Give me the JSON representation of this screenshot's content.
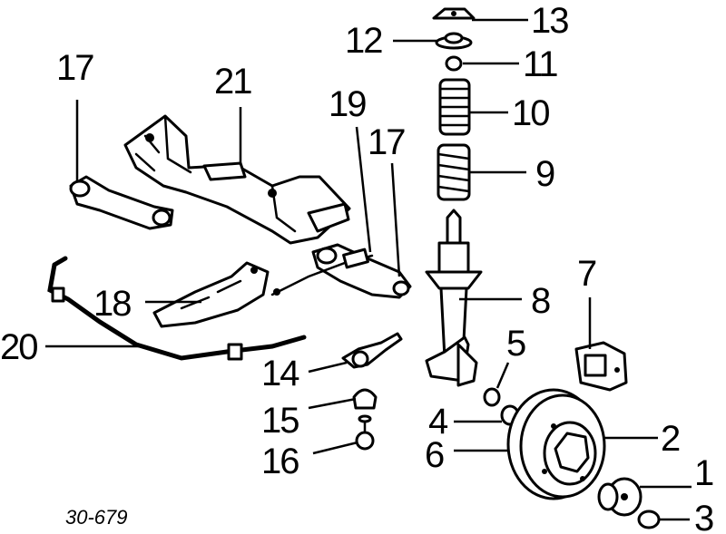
{
  "diagram": {
    "reference_code": "30-679",
    "callouts": [
      {
        "id": "c1",
        "label": "1"
      },
      {
        "id": "c2",
        "label": "2"
      },
      {
        "id": "c3",
        "label": "3"
      },
      {
        "id": "c4",
        "label": "4"
      },
      {
        "id": "c5",
        "label": "5"
      },
      {
        "id": "c6",
        "label": "6"
      },
      {
        "id": "c7",
        "label": "7"
      },
      {
        "id": "c8",
        "label": "8"
      },
      {
        "id": "c9",
        "label": "9"
      },
      {
        "id": "c10",
        "label": "10"
      },
      {
        "id": "c11",
        "label": "11"
      },
      {
        "id": "c12",
        "label": "12"
      },
      {
        "id": "c13",
        "label": "13"
      },
      {
        "id": "c14",
        "label": "14"
      },
      {
        "id": "c15",
        "label": "15"
      },
      {
        "id": "c16",
        "label": "16"
      },
      {
        "id": "c17a",
        "label": "17"
      },
      {
        "id": "c17b",
        "label": "17"
      },
      {
        "id": "c18",
        "label": "18"
      },
      {
        "id": "c19",
        "label": "19"
      },
      {
        "id": "c20",
        "label": "20"
      },
      {
        "id": "c21",
        "label": "21"
      }
    ]
  }
}
